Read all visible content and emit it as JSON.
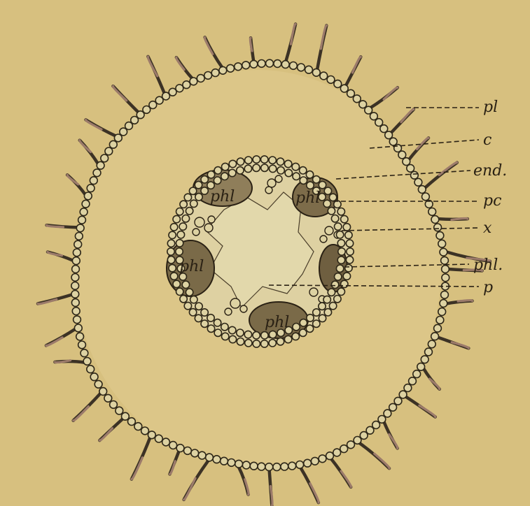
{
  "figure": {
    "labels": [
      {
        "id": "pl",
        "text": "pl"
      },
      {
        "id": "c",
        "text": "c"
      },
      {
        "id": "end",
        "text": "end."
      },
      {
        "id": "pc",
        "text": "pc"
      },
      {
        "id": "x",
        "text": "x"
      },
      {
        "id": "phl",
        "text": "phl."
      },
      {
        "id": "p",
        "text": "p"
      }
    ],
    "inner_bundle_labels": [
      {
        "id": "phl-tl",
        "text": "phl"
      },
      {
        "id": "phl-tr",
        "text": "phl"
      },
      {
        "id": "phl-l",
        "text": "phl"
      },
      {
        "id": "phl-b",
        "text": "phl"
      }
    ],
    "colors": {
      "paper": "#d7c07f",
      "ink": "#2a2114",
      "cell_fill": "#ddd2a2",
      "hair": "#3c3225",
      "hair_tip": "#9c7b6a"
    }
  }
}
